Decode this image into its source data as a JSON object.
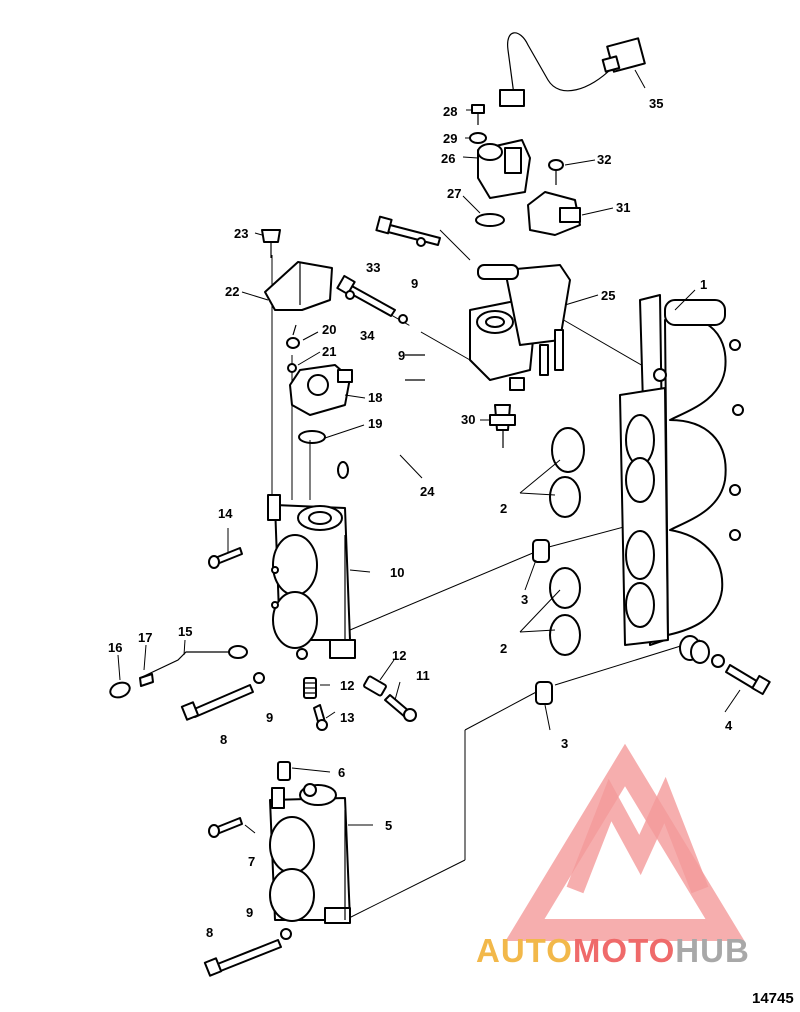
{
  "diagram_number": "14745",
  "watermark": {
    "part1": "AUTO",
    "part2": "MOTO",
    "part3": "HUB",
    "color_gold": "#f2b84a",
    "color_red": "#ef5a5a",
    "color_gray": "#a8a8a8"
  },
  "callouts": {
    "c1": "1",
    "c2a": "2",
    "c2b": "2",
    "c3a": "3",
    "c3b": "3",
    "c4": "4",
    "c5": "5",
    "c6": "6",
    "c7": "7",
    "c8a": "8",
    "c8b": "8",
    "c9a": "9",
    "c9b": "9",
    "c9c": "9",
    "c9d": "9",
    "c10": "10",
    "c11": "11",
    "c12a": "12",
    "c12b": "12",
    "c13": "13",
    "c14": "14",
    "c15": "15",
    "c16": "16",
    "c17": "17",
    "c18": "18",
    "c19": "19",
    "c20": "20",
    "c21": "21",
    "c22": "22",
    "c23": "23",
    "c24": "24",
    "c25": "25",
    "c26": "26",
    "c27": "27",
    "c28": "28",
    "c29": "29",
    "c30": "30",
    "c31": "31",
    "c32": "32",
    "c33": "33",
    "c34": "34",
    "c35": "35"
  }
}
